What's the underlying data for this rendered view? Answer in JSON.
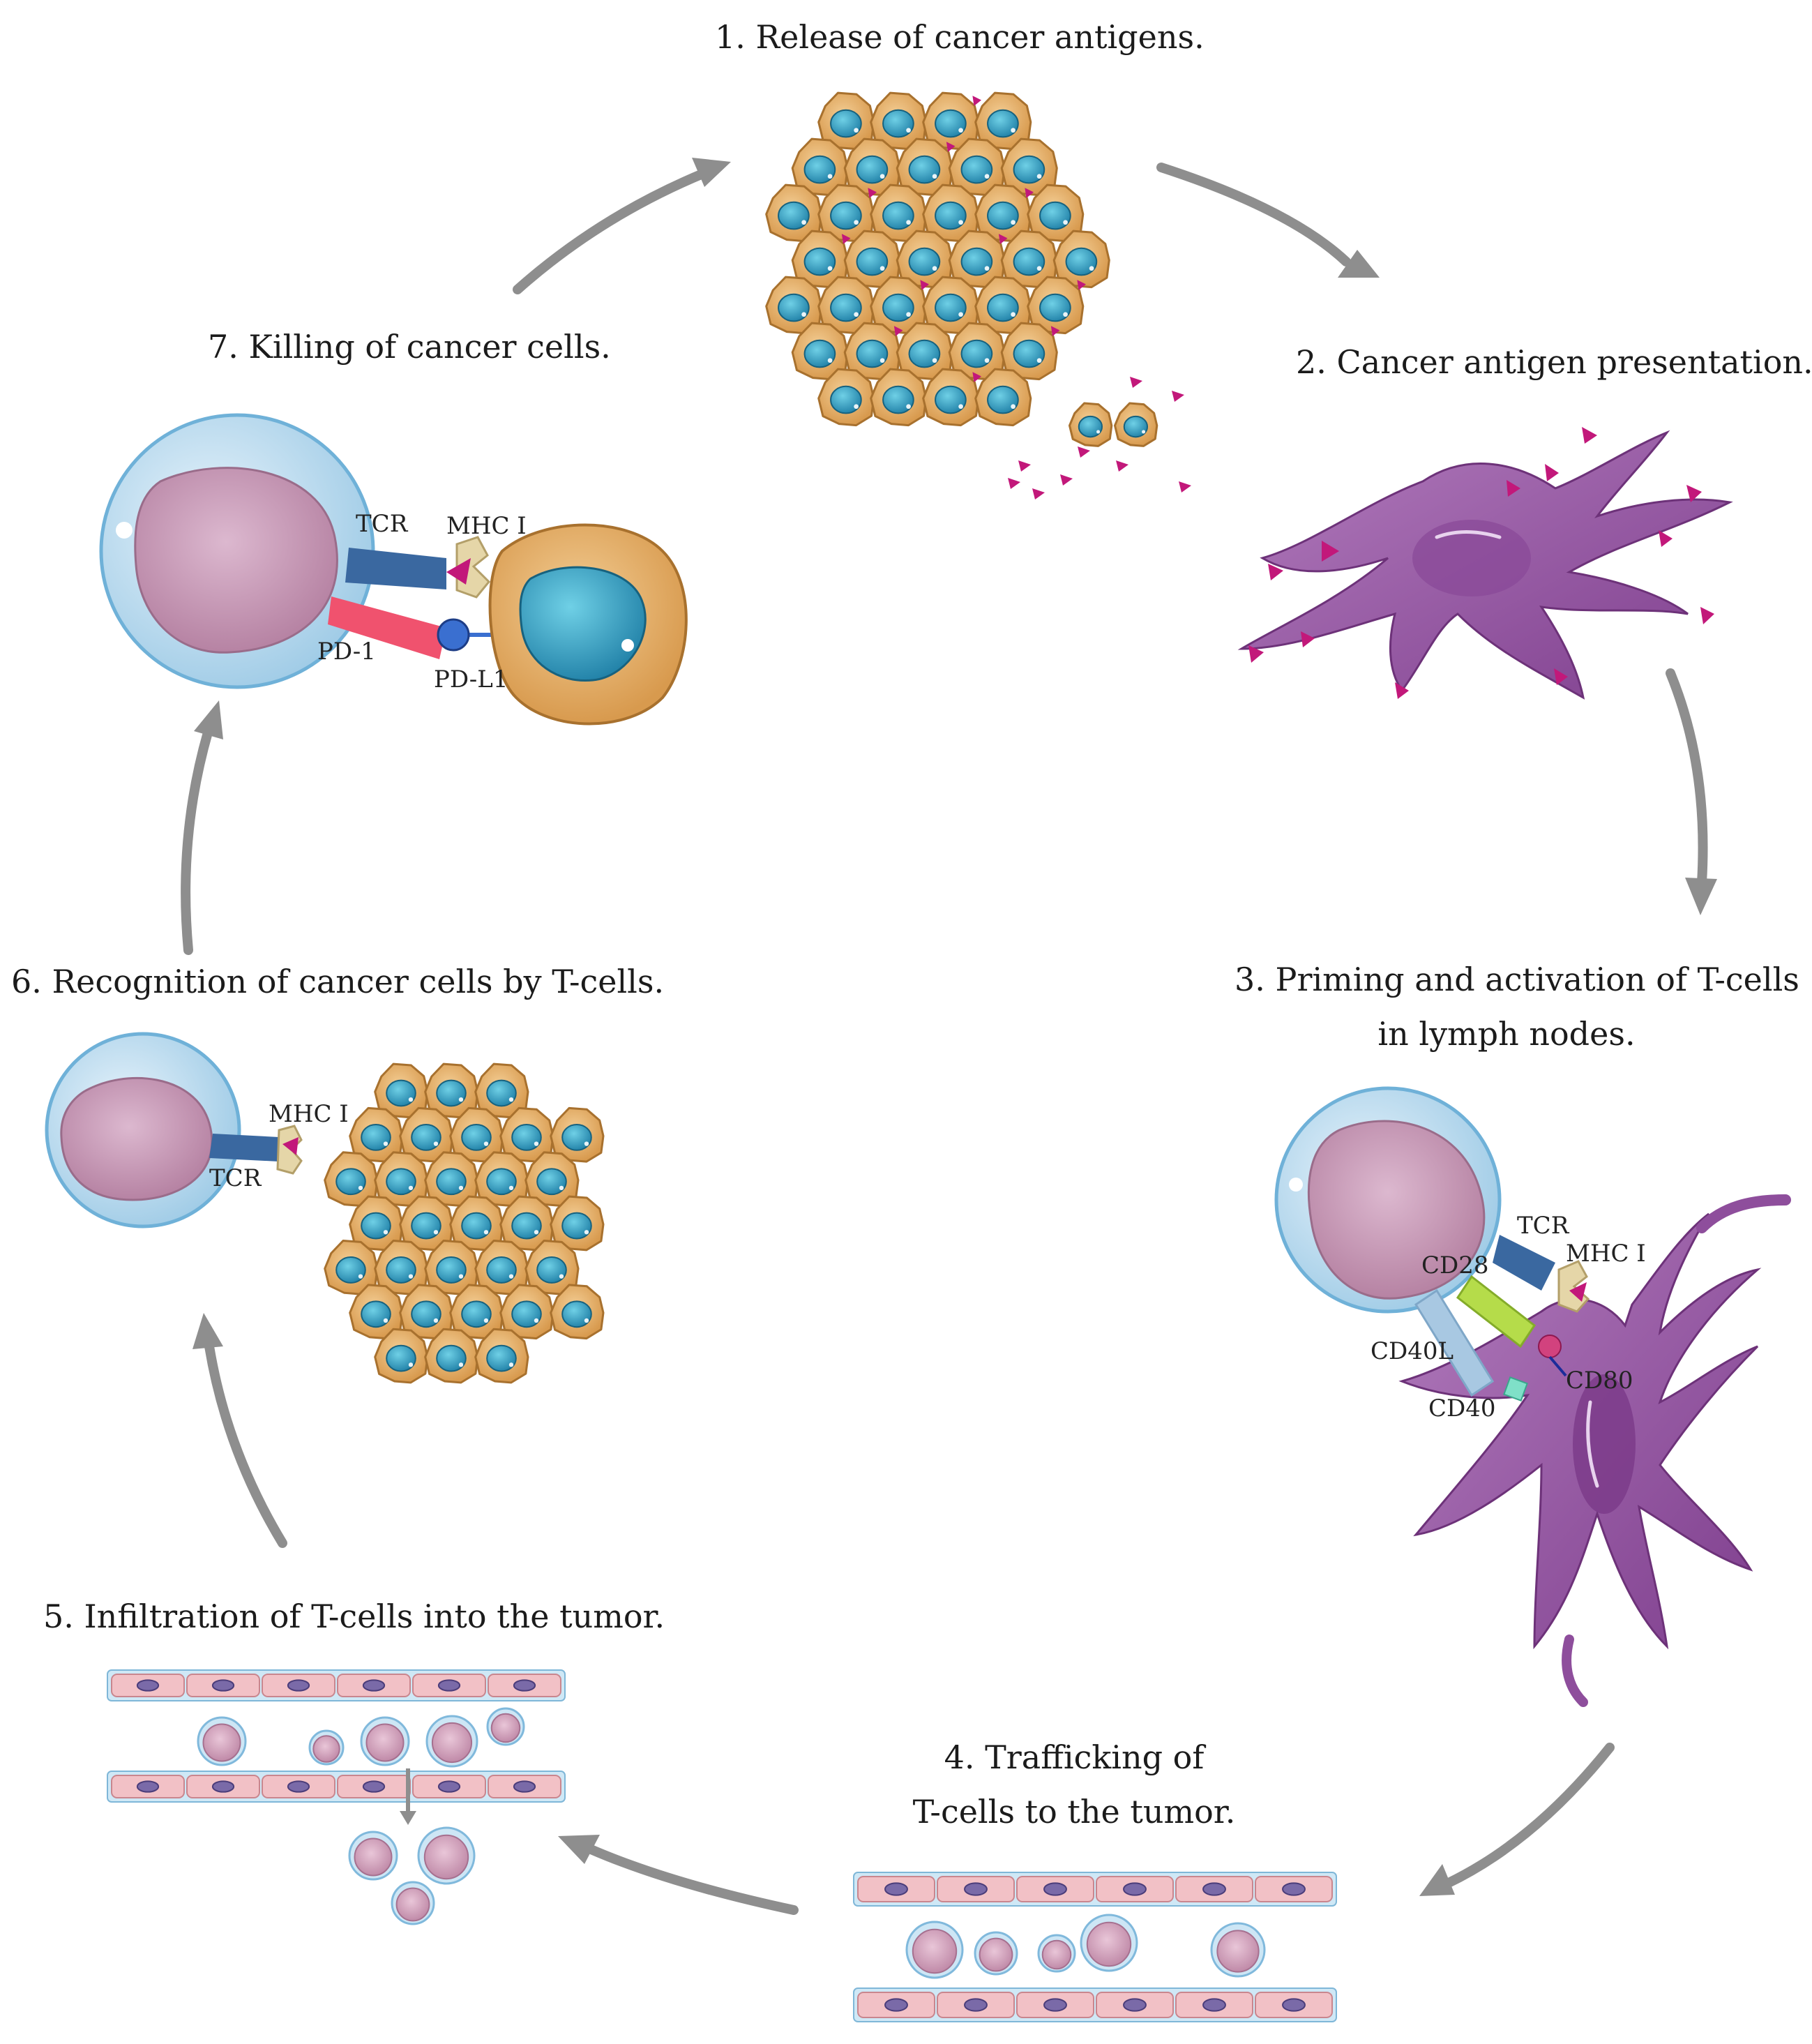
{
  "steps": [
    {
      "id": 1,
      "label": "1. Release of cancer antigens."
    },
    {
      "id": 2,
      "label": "2. Cancer antigen presentation."
    },
    {
      "id": 3,
      "line1": "3. Priming and activation of T-cells",
      "line2": "in lymph nodes."
    },
    {
      "id": 4,
      "line1": "4. Trafficking of",
      "line2": "T-cells to the tumor."
    },
    {
      "id": 5,
      "label": "5. Infiltration of T-cells into the tumor."
    },
    {
      "id": 6,
      "label": "6.  Recognition of cancer cells by T-cells."
    },
    {
      "id": 7,
      "label": "7. Killing of cancer cells."
    }
  ],
  "molecules": {
    "tcr": "TCR",
    "mhc1": "MHC I",
    "pd1": "PD-1",
    "pdl1": "PD-L1",
    "cd28": "CD28",
    "cd40l": "CD40L",
    "cd40": "CD40",
    "cd80": "CD80"
  },
  "colors": {
    "arrow": "#8e8e8e",
    "cancer_cell": "#e0ae6a",
    "cancer_nucleus": "#2a8db0",
    "antigen": "#c2187a",
    "dendritic_cell": "#9a5aa5",
    "t_cell_membrane": "#b9dcef",
    "t_cell_nucleus": "#c596b3",
    "endothelial": "#f2c1c6",
    "tcr": "#3a68a0",
    "pd1": "#f0526e",
    "pdl1": "#3a6fd0",
    "cd28": "#b5dc4a",
    "cd40l": "#a8c8e2",
    "cd40": "#7fe0c8"
  }
}
